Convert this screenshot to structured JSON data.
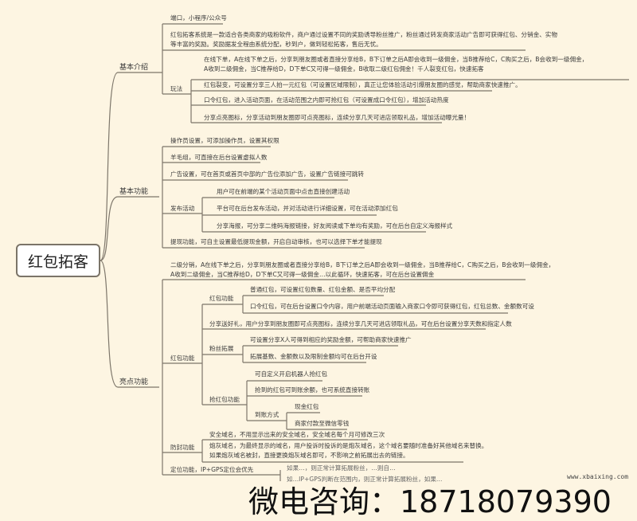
{
  "root": "红包拓客",
  "basic_intro": {
    "label": "基本介绍",
    "port": "端口，小程序/公众号",
    "desc": [
      "红包拓客系统是一款适合各类商家的吸粉软件，商户通过设置不同的奖励诱导粉丝推广，粉丝通过转发商家活动广告即可获得红包、分销金、实物",
      "等丰富的奖励。奖励据发全程由系统分配，秒到户，做到轻松拓客，售后无忧。"
    ],
    "gameplay": {
      "label": "玩法",
      "items": [
        [
          "在线下单，A在线下单之后，分享到朋友圈或者直接分享给B，B下订单之后A即会收到一级佣金，当B推荐给C，C购买之后，B会收到一级佣金，",
          "A收到二级佣金，当C推荐给D，D下单C又可得一级佣金，B收取二级红包佣金！千人裂变红包，快速拓客"
        ],
        [
          "红包裂变，可设置分享三人拍一元红包（可设置区域限制），真正让您体验活动引爆朋友圈的感觉，帮助商家快速推广。"
        ],
        [
          "口令红包，进入活动页面，在活动范围之内即可抢红包（可设置成口令红包），增加活动热度"
        ],
        [
          "分享点亮图标，分享活动到朋友圈即可点亮图标，连续分享几天可进店领取礼品，增加活动曝光量！"
        ]
      ]
    }
  },
  "basic_functions": {
    "label": "基本功能",
    "operator": "操作员设置，可添加操作员，设置其权限",
    "wool": "羊毛组，可直接在后台设置虚拟人数",
    "ads": "广告设置，可在首页或首页中部的广告位添加广告，设置广告链接可跳转",
    "publish": {
      "label": "发布活动",
      "items": [
        "用户可在前端的某个活动页面中点击直接创建活动",
        "平台可在后台发布活动，并对活动进行详细设置，可在活动添加红包",
        "分享海报，可分享二维码海报链接，好友阅读或下单均有奖励，可在后台自定义海报样式"
      ]
    },
    "withdraw": "提现功能，可自主设置最低提现金额，开启自动审核，也可以选择下单才能提现"
  },
  "highlights": {
    "label": "亮点功能",
    "distribution": [
      "二级分销，A在线下单之后，分享到朋友圈或者直接分享给B，B下订单之后A即会收到一级佣金，当B推荐给C，C购买之后，B会收到一级佣金，",
      "A收到二级佣金，当C推荐给D，D下单C又可得一级佣金…以此循环，快速拓客，可在后台设置佣金"
    ],
    "redpacket": {
      "label": "红包功能",
      "sub_redpacket": {
        "label": "红包功能",
        "items": [
          "普通红包，可设置红包数量、红包金额、是否平均分配",
          "口令红包，可在后台设置口令内容，用户前端活动页面输入商家口令即可获得红包，红包总数、金额数可设"
        ]
      },
      "share_gift": "分享送好礼，用户分享到朋友圈即可点亮图标，连续分享几天可进店领取礼品，可在后台设置分享天数和指定人数",
      "fans": {
        "label": "粉丝拓展",
        "items": [
          "可设置分享X人可得到相应的奖励金额，可帮助商家快速推广",
          "拓展基数、金额数以及限制金额均可在后台开设"
        ]
      },
      "grab": {
        "label": "抢红包功能",
        "items": [
          "可自定义开启机器人抢红包",
          "抢到的红包可到账余额，也可系统直接转账"
        ],
        "arrival": {
          "label": "到账方式",
          "items": [
            "现金红包",
            "商家付款至微信零钱"
          ]
        }
      }
    },
    "anti_block": {
      "label": "防封功能",
      "items": [
        [
          "安全域名，不用显示出来的安全域名，安全域名每个月可修改三次"
        ],
        [
          "炮灰域名，为最终显示的域名，用户投诉时投诉的是炮灰域名，这个域名要随时准备好其他域名来替换。",
          "如果炮灰域名被封，直接更换炮灰域名即可，不影响之前拓展出去的链接。"
        ]
      ]
    },
    "location": {
      "label": "定位功能，IP+GPS定位会优先",
      "items": [
        "如果…，则正常计算拓展粉丝，…则自…",
        "如…IP+GPS判断在范围内，则正常计算拓展粉丝，如果…"
      ]
    }
  },
  "watermark": "微电咨询：18718079390",
  "site": "www.xbaixing.com"
}
